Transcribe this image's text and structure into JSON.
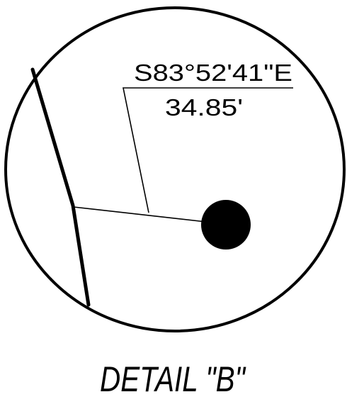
{
  "annotation": {
    "bearing": "S83°52'41\"E",
    "distance": "34.85'"
  },
  "detail": {
    "title": "DETAIL \"B\""
  },
  "colors": {
    "ink": "#000000",
    "background": "#ffffff"
  }
}
